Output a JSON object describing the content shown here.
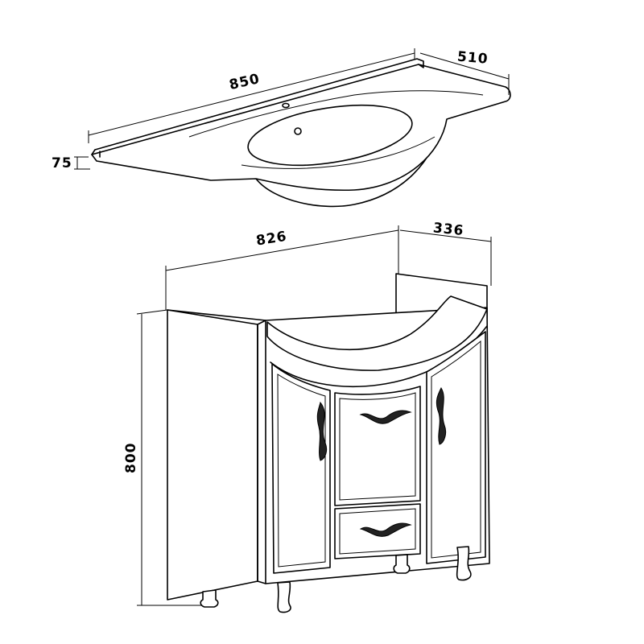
{
  "basin": {
    "width_label": "850",
    "depth_label": "510",
    "thickness_label": "75"
  },
  "cabinet": {
    "width_label": "826",
    "depth_label": "336",
    "height_label": "800"
  },
  "colors": {
    "line": "#000000",
    "background": "#ffffff"
  }
}
